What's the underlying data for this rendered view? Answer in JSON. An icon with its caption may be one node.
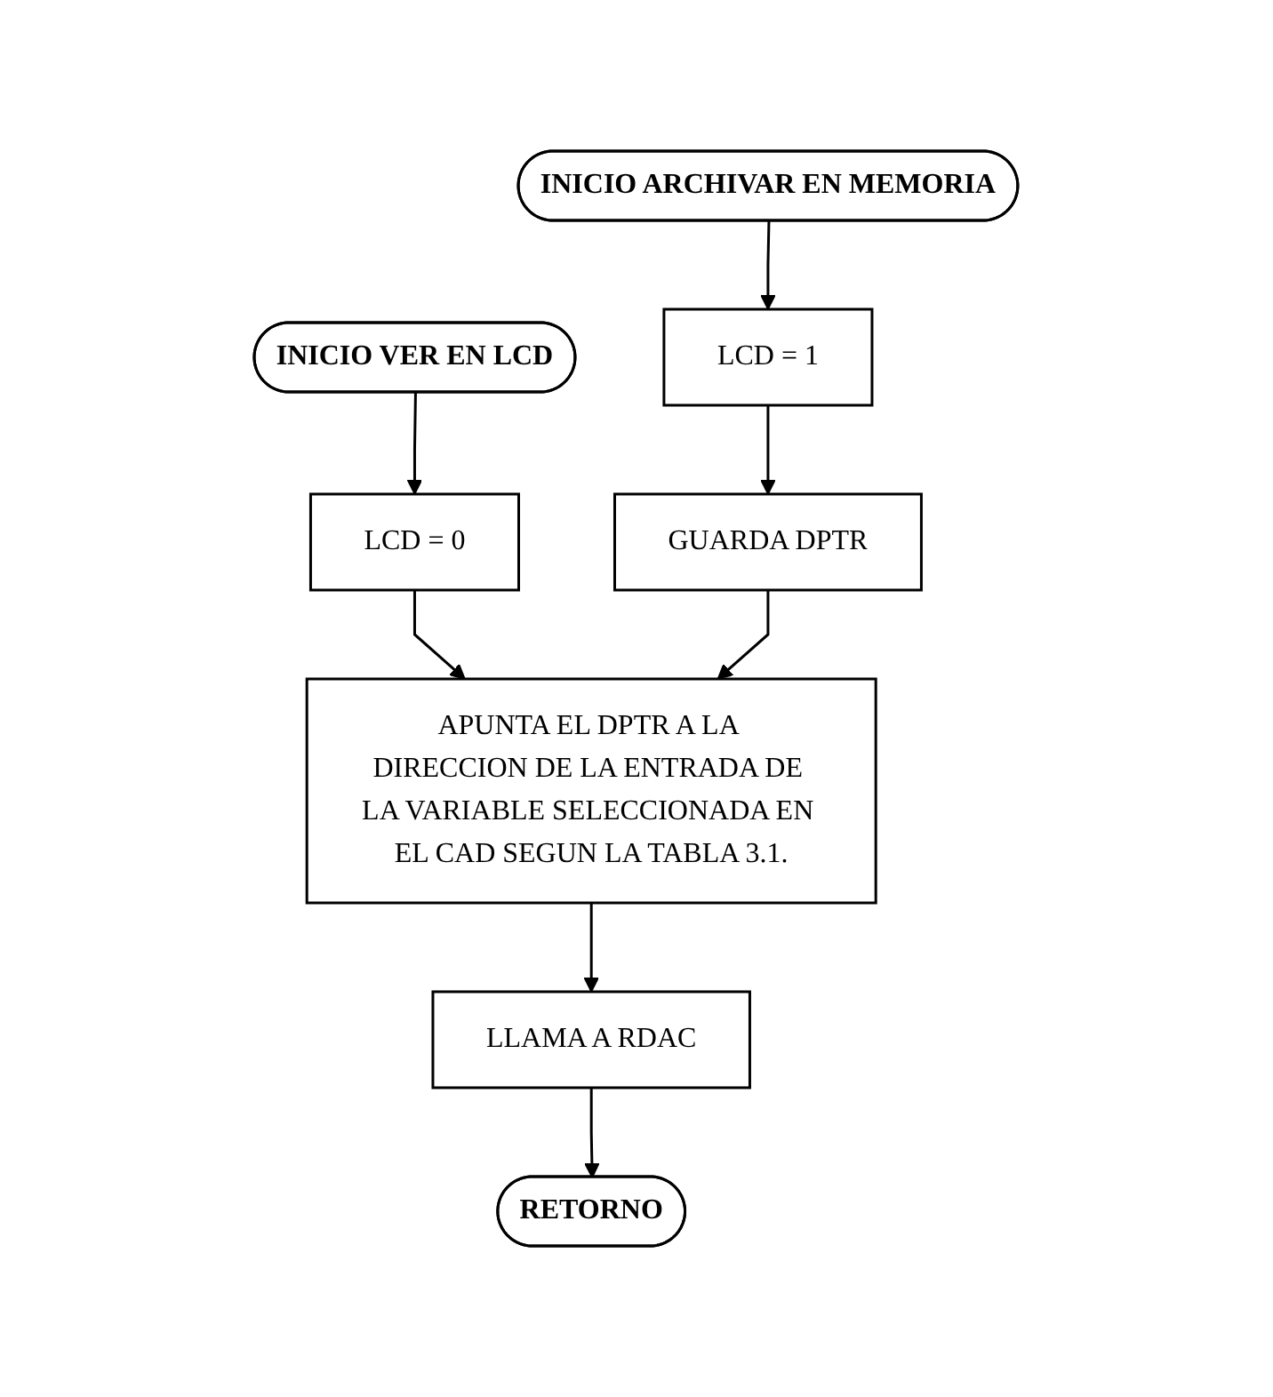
{
  "diagram": {
    "nodes": [
      {
        "text": [
          "INICIO VER EN LCD"
        ]
      },
      {
        "text": [
          "INICIO ARCHIVAR EN MEMORIA"
        ]
      },
      {
        "text": [
          "LCD = 0"
        ]
      },
      {
        "text": [
          "LCD = 1"
        ]
      },
      {
        "text": [
          "GUARDA DPTR"
        ]
      },
      {
        "text": [
          "APUNTA EL DPTR A LA DIRECCION DE LA ENTRADA DE LA VARIABLE SELECCIONADA EN EL CAD SEGUN LA TABLA 3.1."
        ]
      },
      {
        "text": [
          "LLAMA A RDAC"
        ]
      },
      {
        "text": [
          "RETORNO"
        ]
      }
    ],
    "edges": [
      {
        "from": 0,
        "to": 2,
        "arrow": "to"
      },
      {
        "from": 1,
        "to": 3,
        "arrow": "to"
      },
      {
        "from": 3,
        "to": 4,
        "arrow": "to"
      },
      {
        "from": 2,
        "to": 5,
        "arrow": "to"
      },
      {
        "from": 4,
        "to": 5,
        "arrow": "to"
      },
      {
        "from": 5,
        "to": 6,
        "arrow": "to"
      },
      {
        "from": 6,
        "to": 7,
        "arrow": "to"
      }
    ]
  }
}
